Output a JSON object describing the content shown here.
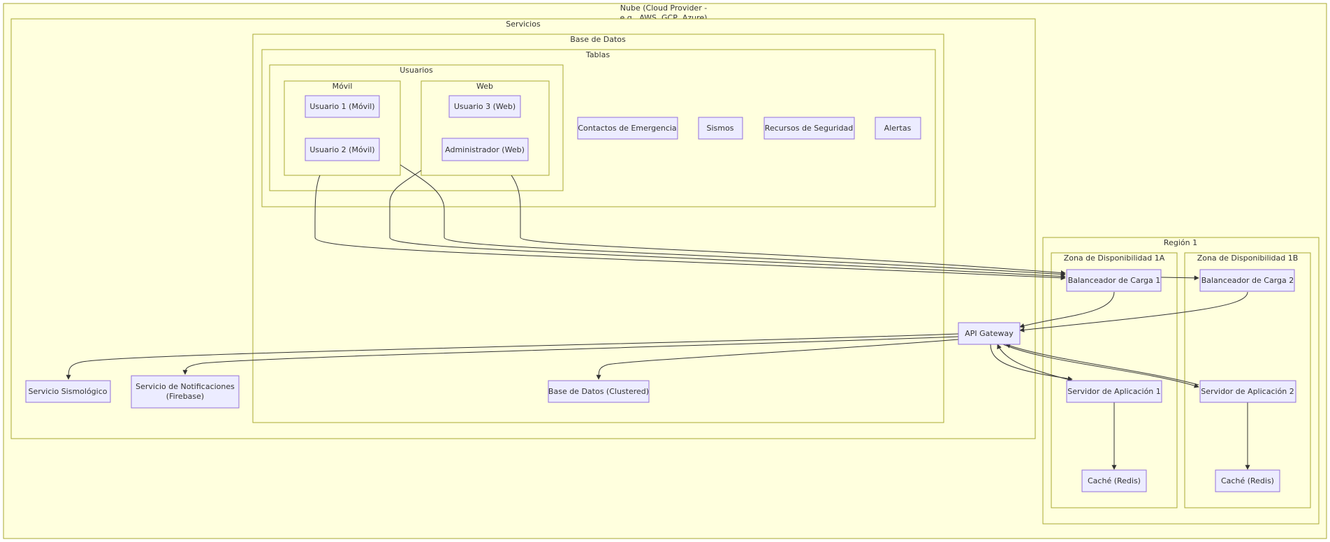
{
  "clusters": {
    "nube": [
      "Nube (Cloud Provider -",
      "e.g., AWS, GCP, Azure)"
    ],
    "servicios": "Servicios",
    "base_datos": "Base de Datos",
    "tablas": "Tablas",
    "usuarios": "Usuarios",
    "movil": "Móvil",
    "web": "Web",
    "region": "Región 1",
    "zona_a": "Zona de Disponibilidad 1A",
    "zona_b": "Zona de Disponibilidad 1B"
  },
  "nodes": {
    "usuario1": "Usuario 1 (Móvil)",
    "usuario2": "Usuario 2 (Móvil)",
    "usuario3": "Usuario 3 (Web)",
    "admin": "Administrador (Web)",
    "contactos": "Contactos de Emergencia",
    "sismos": "Sismos",
    "recursos": "Recursos de Seguridad",
    "alertas": "Alertas",
    "balanceador1": "Balanceador de Carga 1",
    "balanceador2": "Balanceador de Carga 2",
    "api_gateway": "API Gateway",
    "servicio_sismologico": "Servicio Sismológico",
    "notificaciones": [
      "Servicio de Notificaciones",
      "(Firebase)"
    ],
    "bd_clustered": "Base de Datos (Clustered)",
    "servidor1": "Servidor de Aplicación 1",
    "servidor2": "Servidor de Aplicación 2",
    "cache1": "Caché (Redis)",
    "cache2": "Caché (Redis)"
  },
  "colors": {
    "cluster_fill": "#ffffde",
    "cluster_stroke": "#aaaa33",
    "node_fill": "#ececff",
    "node_stroke": "#9370db",
    "edge": "#333333"
  }
}
